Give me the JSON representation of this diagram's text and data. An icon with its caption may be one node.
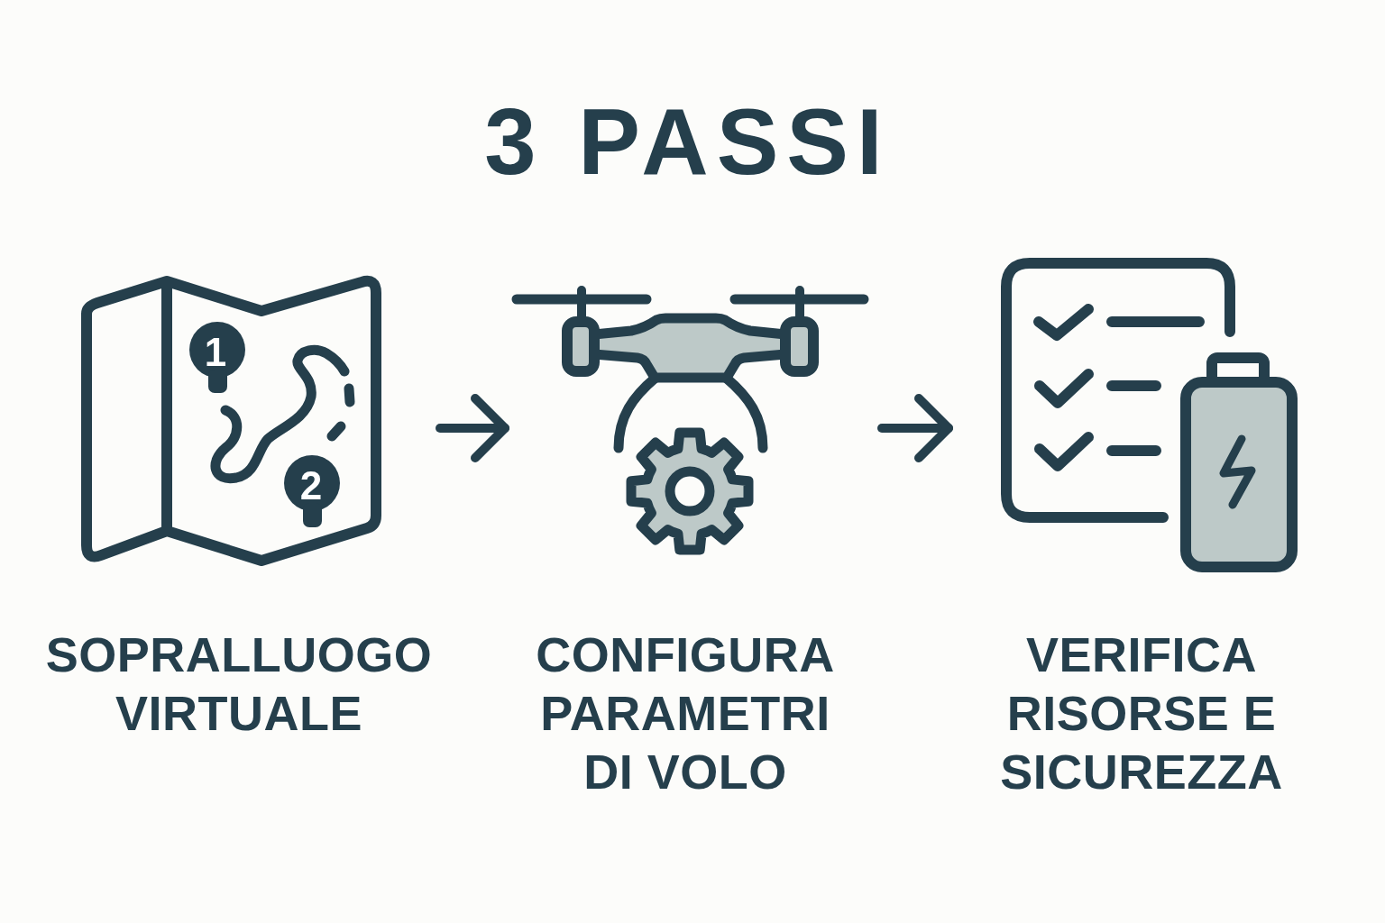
{
  "diagram": {
    "title": "3 PASSI",
    "nodes": [
      {
        "text": [
          "SOPRALLUOGO VIRTUALE"
        ]
      },
      {
        "text": [
          "CONFIGURA PARAMETRI DI VOLO"
        ]
      },
      {
        "text": [
          "VERIFICA RISORSE E SICUREZZA"
        ]
      }
    ],
    "edges": [
      {
        "from": 0,
        "to": 1,
        "arrow": "to"
      },
      {
        "from": 1,
        "to": 2,
        "arrow": "to"
      }
    ],
    "labels": [
      "1",
      "2"
    ]
  }
}
